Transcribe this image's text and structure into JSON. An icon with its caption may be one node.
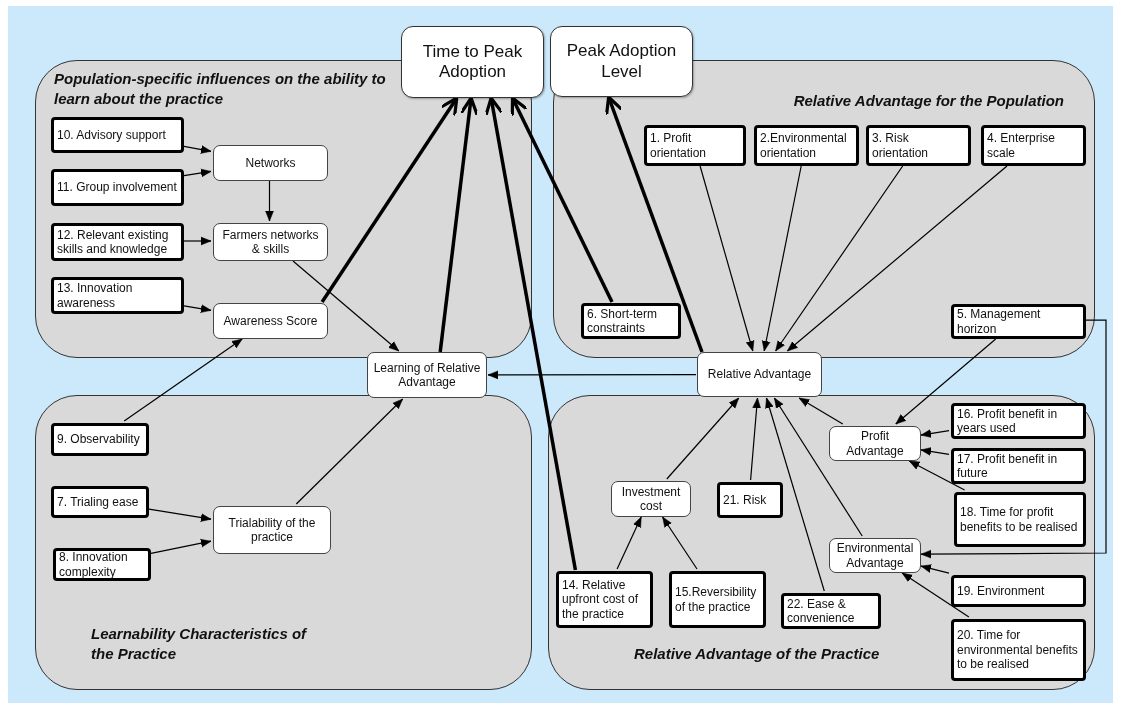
{
  "diagram": {
    "nodes": [
      {
        "text": [
          "Time to Peak Adoption"
        ]
      },
      {
        "text": [
          "Peak Adoption Level"
        ]
      },
      {
        "text": [
          "**Population**-specific influences on the ability to learn about the practice"
        ]
      },
      {
        "text": [
          "10. Advisory support"
        ],
        "in": 2
      },
      {
        "text": [
          "Networks"
        ],
        "in": 2
      },
      {
        "text": [
          "11. Group involvement"
        ],
        "in": 2
      },
      {
        "text": [
          "12. Relevant existing skills and knowledge"
        ],
        "in": 2
      },
      {
        "text": [
          "Farmers networks & skills"
        ],
        "in": 2
      },
      {
        "text": [
          "13. Innovation awareness"
        ],
        "in": 2
      },
      {
        "text": [
          "Awareness Score"
        ],
        "in": 2
      },
      {
        "text": [
          "Relative Advantage for the **Population**"
        ]
      },
      {
        "text": [
          "1. Profit orientation"
        ],
        "in": 10
      },
      {
        "text": [
          "2.Environmental orientation"
        ],
        "in": 10
      },
      {
        "text": [
          "3. Risk orientation"
        ],
        "in": 10
      },
      {
        "text": [
          "4. Enterprise scale"
        ],
        "in": 10
      },
      {
        "text": [
          "6. Short-term constraints"
        ],
        "in": 10
      },
      {
        "text": [
          "5. Management horizon"
        ],
        "in": 10
      },
      {
        "text": [
          "Learning of Relative Advantage"
        ]
      },
      {
        "text": [
          "Relative Advantage"
        ]
      },
      {
        "text": [
          "Learnability Characteristics of the **Practice**"
        ]
      },
      {
        "text": [
          "9. Observability"
        ],
        "in": 19
      },
      {
        "text": [
          "7. Trialing ease"
        ],
        "in": 19
      },
      {
        "text": [
          "Trialability of the practice"
        ],
        "in": 19
      },
      {
        "text": [
          "8. Innovation complexity"
        ],
        "in": 19
      },
      {
        "text": [
          "Relative Advantage of the **Practice**"
        ]
      },
      {
        "text": [
          "16. Profit benefit in years used"
        ],
        "in": 24
      },
      {
        "text": [
          "Profit Advantage"
        ],
        "in": 24
      },
      {
        "text": [
          "17. Profit benefit in future"
        ],
        "in": 24
      },
      {
        "text": [
          "Investment cost"
        ],
        "in": 24
      },
      {
        "text": [
          "21. Risk"
        ],
        "in": 24
      },
      {
        "text": [
          "18. Time for profit benefits to be realised"
        ],
        "in": 24
      },
      {
        "text": [
          "Environmental Advantage"
        ],
        "in": 24
      },
      {
        "text": [
          "14. Relative upfront cost of the practice"
        ],
        "in": 24
      },
      {
        "text": [
          "15.Reversibility of the practice"
        ],
        "in": 24
      },
      {
        "text": [
          "19. Environment"
        ],
        "in": 24
      },
      {
        "text": [
          "22. Ease & convenience"
        ],
        "in": 24
      },
      {
        "text": [
          "20. Time for environmental benefits to be realised"
        ],
        "in": 24
      }
    ],
    "edges": [
      {
        "from": 3,
        "to": 4,
        "arrow": "to"
      },
      {
        "from": 5,
        "to": 4,
        "arrow": "to"
      },
      {
        "from": 4,
        "to": 7,
        "arrow": "to"
      },
      {
        "from": 6,
        "to": 7,
        "arrow": "to"
      },
      {
        "from": 8,
        "to": 9,
        "arrow": "to"
      },
      {
        "from": 20,
        "to": 9,
        "arrow": "to"
      },
      {
        "from": 9,
        "to": 0,
        "arrow": "to",
        "style": "thick"
      },
      {
        "from": 7,
        "to": 17,
        "arrow": "to"
      },
      {
        "from": 17,
        "to": 0,
        "arrow": "to",
        "style": "thick"
      },
      {
        "from": 32,
        "to": 0,
        "arrow": "to",
        "style": "thick"
      },
      {
        "from": 15,
        "to": 0,
        "arrow": "to",
        "style": "thick"
      },
      {
        "from": 18,
        "to": 1,
        "arrow": "to",
        "style": "thick"
      },
      {
        "from": 11,
        "to": 18,
        "arrow": "to"
      },
      {
        "from": 12,
        "to": 18,
        "arrow": "to"
      },
      {
        "from": 13,
        "to": 18,
        "arrow": "to"
      },
      {
        "from": 14,
        "to": 18,
        "arrow": "to"
      },
      {
        "from": 16,
        "to": 26,
        "arrow": "to"
      },
      {
        "from": 16,
        "to": 31,
        "arrow": "to"
      },
      {
        "from": 18,
        "to": 17,
        "arrow": "to"
      },
      {
        "from": 21,
        "to": 22,
        "arrow": "to"
      },
      {
        "from": 23,
        "to": 22,
        "arrow": "to"
      },
      {
        "from": 22,
        "to": 17,
        "arrow": "to"
      },
      {
        "from": 28,
        "to": 18,
        "arrow": "to"
      },
      {
        "from": 29,
        "to": 18,
        "arrow": "to"
      },
      {
        "from": 35,
        "to": 18,
        "arrow": "to"
      },
      {
        "from": 31,
        "to": 18,
        "arrow": "to"
      },
      {
        "from": 26,
        "to": 18,
        "arrow": "to"
      },
      {
        "from": 25,
        "to": 26,
        "arrow": "to"
      },
      {
        "from": 27,
        "to": 26,
        "arrow": "to"
      },
      {
        "from": 30,
        "to": 26,
        "arrow": "to"
      },
      {
        "from": 34,
        "to": 31,
        "arrow": "to"
      },
      {
        "from": 36,
        "to": 31,
        "arrow": "to"
      },
      {
        "from": 32,
        "to": 28,
        "arrow": "to"
      },
      {
        "from": 33,
        "to": 28,
        "arrow": "to"
      }
    ]
  }
}
